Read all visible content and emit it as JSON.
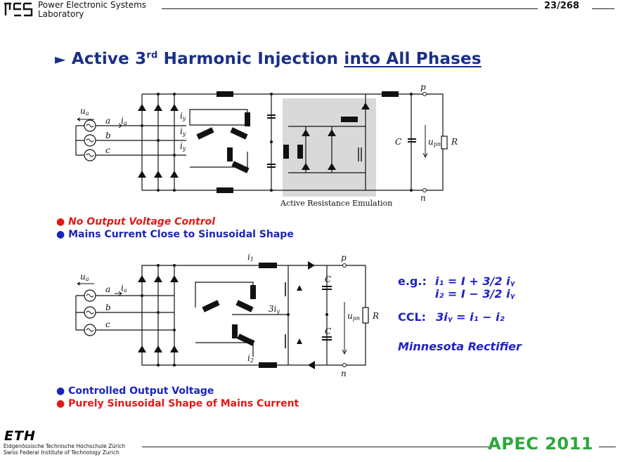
{
  "header": {
    "logo_text": "PES",
    "lab_line1": "Power Electronic Systems",
    "lab_line2": "Laboratory",
    "page_number": "23/268"
  },
  "slide": {
    "title_prefix": "Active 3",
    "title_sup": "rd",
    "title_mid": "Harmonic Injection",
    "title_underlined": "into All Phases"
  },
  "circuit1": {
    "caption": "Active Resistance Emulation",
    "labels": {
      "ua": "u",
      "ua_sub": "a",
      "a": "a",
      "b": "b",
      "c": "c",
      "ia": "i",
      "ia_sub": "a",
      "iy": "i",
      "iy_sub": "y",
      "p": "p",
      "n": "n",
      "C": "C",
      "upn": "u",
      "upn_sub": "pn",
      "R": "R"
    }
  },
  "bullets_top": [
    {
      "text": "No Output Voltage Control",
      "color": "#e01919",
      "italic": true
    },
    {
      "text": "Mains Current Close to Sinusoidal Shape",
      "color": "#1b25b8",
      "italic": false
    }
  ],
  "circuit2": {
    "labels": {
      "i1": "i",
      "i1_sub": "1",
      "i2": "i",
      "i2_sub": "2",
      "three_iy": "3i",
      "p": "p",
      "n": "n",
      "C": "C",
      "upn": "u",
      "upn_sub": "pn",
      "R": "R"
    }
  },
  "equations": {
    "eg_label": "e.g.:",
    "eq1": "i₁ = I + 3/2 iᵧ",
    "eq2": "i₂ = I − 3/2 iᵧ",
    "ccl_label": "CCL:",
    "ccl": "3iᵧ = i₁ − i₂",
    "name": "Minnesota Rectifier"
  },
  "bullets_bottom": [
    {
      "text": "Controlled Output Voltage",
      "color": "#1b25b8"
    },
    {
      "text": "Purely Sinusoidal Shape of Mains Current",
      "color": "#e01919"
    }
  ],
  "footer": {
    "eth_logo": "ETH",
    "eth_line1": "Eidgenössische Technische Hochschule Zürich",
    "eth_line2": "Swiss Federal Institute of Technology Zurich",
    "apec": "APEC 2011"
  },
  "colors": {
    "title": "#1a2f86",
    "accent_red": "#e01919",
    "accent_blue": "#1b25b8",
    "apec_green": "#2aa83a",
    "highlight_box": "#d9d9d9"
  }
}
